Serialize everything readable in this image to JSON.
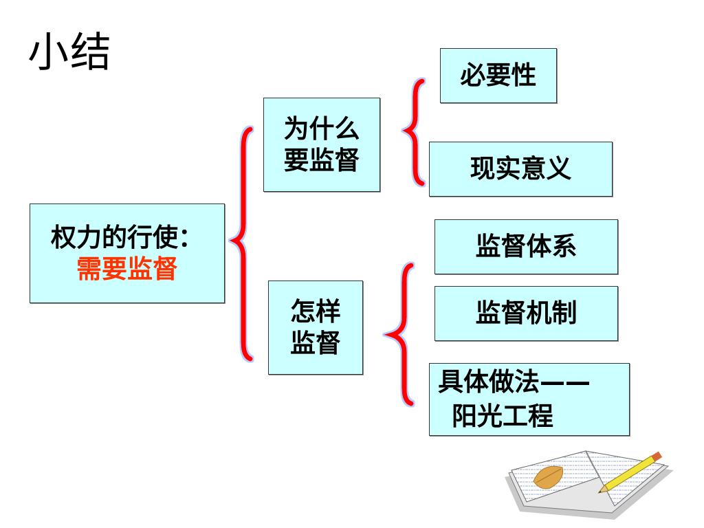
{
  "title": "小结",
  "root": {
    "line1": "权力的行使：",
    "line2": "需要监督",
    "line2_color": "#ff3300"
  },
  "branches": [
    {
      "label_line1": "为什么",
      "label_line2": "要监督",
      "children": [
        "必要性",
        "现实意义"
      ]
    },
    {
      "label_line1": "怎样",
      "label_line2": "监督",
      "children": [
        "监督体系",
        "监督机制"
      ],
      "last_child": {
        "line1": "具体做法——",
        "line2": "阳光工程"
      }
    }
  ],
  "colors": {
    "box_fill": "#ccffff",
    "brace": "#ff0000",
    "brace_glow": "#b3ccff"
  }
}
